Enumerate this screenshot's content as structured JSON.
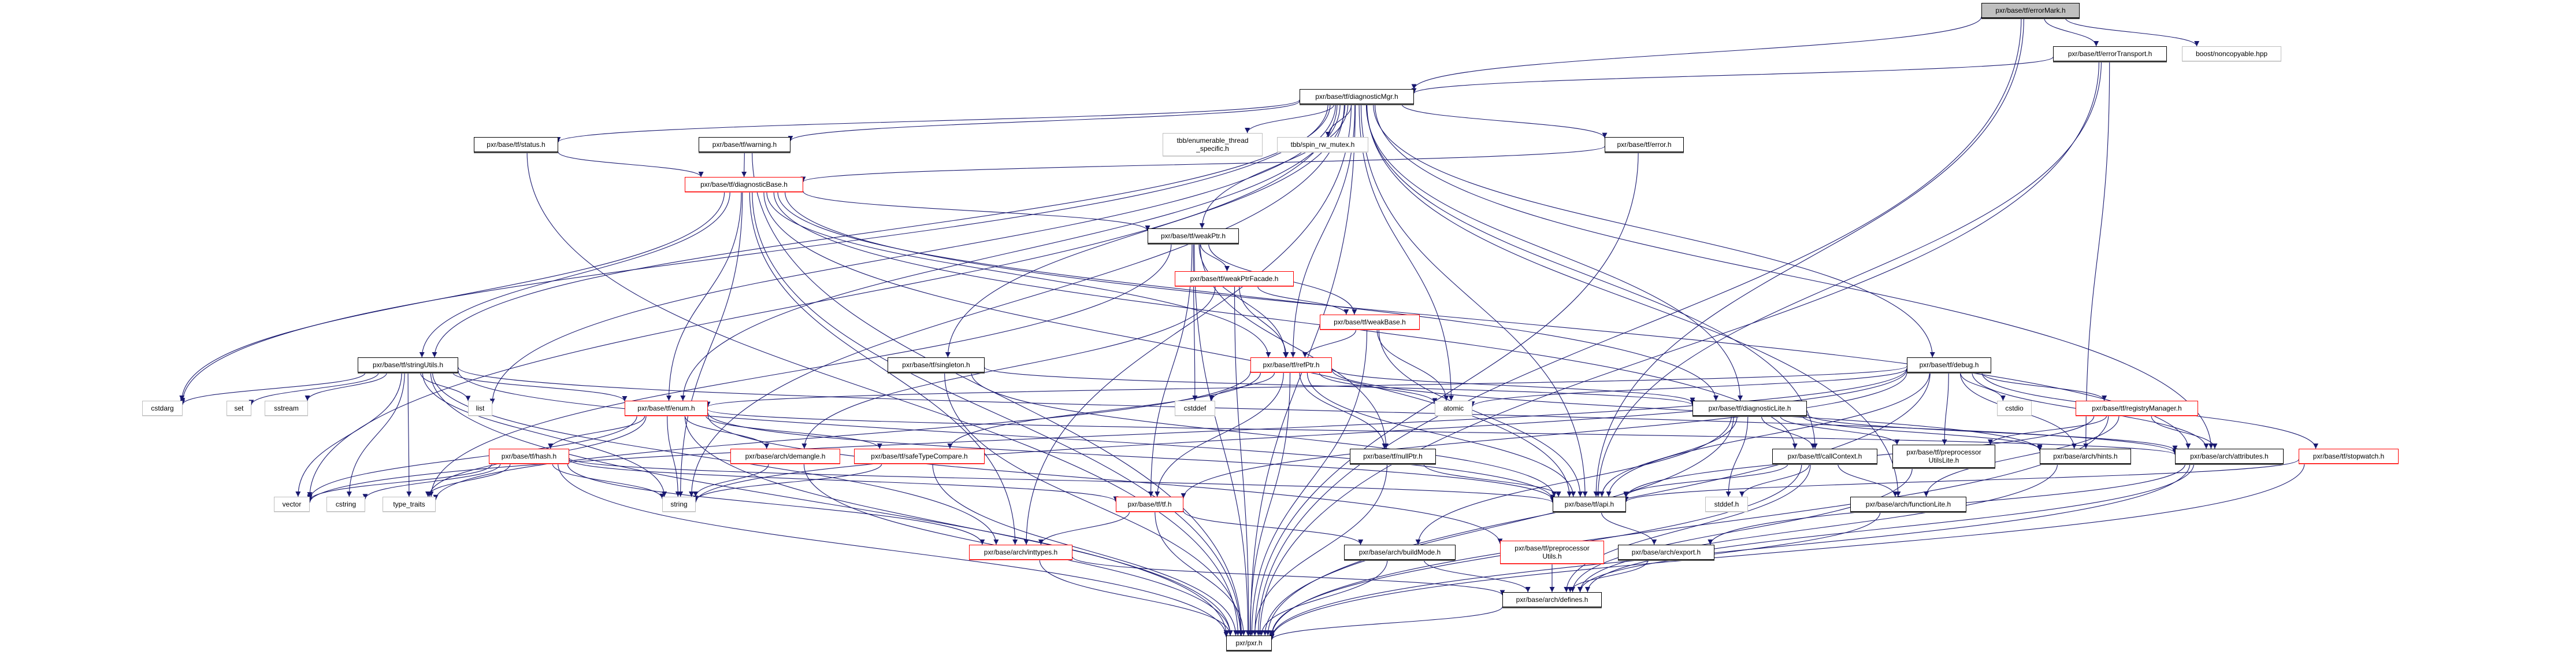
{
  "title": "pxr/base/tf/errorMark.h",
  "colors": {
    "edge": "#191970",
    "red_border": "#ff0000",
    "root_fill": "#bfbfbf",
    "external_border": "#bfbfbf"
  },
  "nodes": {
    "errorMark": {
      "label": "pxr/base/tf/errorMark.h",
      "kind": "root"
    },
    "errorTransport": {
      "label": "pxr/base/tf/errorTransport.h",
      "kind": "doc"
    },
    "noncopyable": {
      "label": "boost/noncopyable.hpp",
      "kind": "ext"
    },
    "diagnosticMgr": {
      "label": "pxr/base/tf/diagnosticMgr.h",
      "kind": "doc"
    },
    "status": {
      "label": "pxr/base/tf/status.h",
      "kind": "doc"
    },
    "warning": {
      "label": "pxr/base/tf/warning.h",
      "kind": "doc"
    },
    "tbbEnum": {
      "label": "tbb/enumerable_thread\n_specific.h",
      "kind": "ext"
    },
    "tbbSpin": {
      "label": "tbb/spin_rw_mutex.h",
      "kind": "ext"
    },
    "error": {
      "label": "pxr/base/tf/error.h",
      "kind": "doc"
    },
    "diagnosticBase": {
      "label": "pxr/base/tf/diagnosticBase.h",
      "kind": "red"
    },
    "weakPtr": {
      "label": "pxr/base/tf/weakPtr.h",
      "kind": "doc"
    },
    "weakPtrFacade": {
      "label": "pxr/base/tf/weakPtrFacade.h",
      "kind": "red"
    },
    "weakBase": {
      "label": "pxr/base/tf/weakBase.h",
      "kind": "red"
    },
    "stringUtils": {
      "label": "pxr/base/tf/stringUtils.h",
      "kind": "doc"
    },
    "singleton": {
      "label": "pxr/base/tf/singleton.h",
      "kind": "doc"
    },
    "refPtr": {
      "label": "pxr/base/tf/refPtr.h",
      "kind": "red"
    },
    "debug": {
      "label": "pxr/base/tf/debug.h",
      "kind": "doc"
    },
    "cstdarg": {
      "label": "cstdarg",
      "kind": "ext"
    },
    "set": {
      "label": "set",
      "kind": "ext"
    },
    "sstream": {
      "label": "sstream",
      "kind": "ext"
    },
    "list": {
      "label": "list",
      "kind": "ext"
    },
    "enum": {
      "label": "pxr/base/tf/enum.h",
      "kind": "red"
    },
    "cstddef": {
      "label": "cstddef",
      "kind": "ext"
    },
    "atomic": {
      "label": "atomic",
      "kind": "ext"
    },
    "diagnosticLite": {
      "label": "pxr/base/tf/diagnosticLite.h",
      "kind": "doc"
    },
    "cstdio": {
      "label": "cstdio",
      "kind": "ext"
    },
    "registryManager": {
      "label": "pxr/base/tf/registryManager.h",
      "kind": "red"
    },
    "hash": {
      "label": "pxr/base/tf/hash.h",
      "kind": "red"
    },
    "demangle": {
      "label": "pxr/base/arch/demangle.h",
      "kind": "red"
    },
    "safeTypeCompare": {
      "label": "pxr/base/tf/safeTypeCompare.h",
      "kind": "red"
    },
    "nullPtr": {
      "label": "pxr/base/tf/nullPtr.h",
      "kind": "doc"
    },
    "callContext": {
      "label": "pxr/base/tf/callContext.h",
      "kind": "doc"
    },
    "ppUtilsLite": {
      "label": "pxr/base/tf/preprocessor\nUtilsLite.h",
      "kind": "doc"
    },
    "hints": {
      "label": "pxr/base/arch/hints.h",
      "kind": "doc"
    },
    "attributes": {
      "label": "pxr/base/arch/attributes.h",
      "kind": "doc"
    },
    "stopwatch": {
      "label": "pxr/base/tf/stopwatch.h",
      "kind": "red"
    },
    "vector": {
      "label": "vector",
      "kind": "ext"
    },
    "cstring": {
      "label": "cstring",
      "kind": "ext"
    },
    "typeTraits": {
      "label": "type_traits",
      "kind": "ext"
    },
    "string": {
      "label": "string",
      "kind": "ext"
    },
    "tf": {
      "label": "pxr/base/tf/tf.h",
      "kind": "red"
    },
    "api": {
      "label": "pxr/base/tf/api.h",
      "kind": "doc"
    },
    "stddef": {
      "label": "stddef.h",
      "kind": "ext"
    },
    "functionLite": {
      "label": "pxr/base/arch/functionLite.h",
      "kind": "doc"
    },
    "inttypes": {
      "label": "pxr/base/arch/inttypes.h",
      "kind": "red"
    },
    "buildMode": {
      "label": "pxr/base/arch/buildMode.h",
      "kind": "doc"
    },
    "ppUtils": {
      "label": "pxr/base/tf/preprocessor\nUtils.h",
      "kind": "red"
    },
    "export": {
      "label": "pxr/base/arch/export.h",
      "kind": "doc"
    },
    "defines": {
      "label": "pxr/base/arch/defines.h",
      "kind": "doc"
    },
    "pxr": {
      "label": "pxr/pxr.h",
      "kind": "doc"
    }
  },
  "edges": [
    [
      "errorMark",
      "pxr"
    ],
    [
      "errorMark",
      "diagnosticMgr"
    ],
    [
      "errorMark",
      "api"
    ],
    [
      "errorMark",
      "errorTransport"
    ],
    [
      "errorMark",
      "noncopyable"
    ],
    [
      "errorTransport",
      "diagnosticMgr"
    ],
    [
      "errorTransport",
      "pxr"
    ],
    [
      "errorTransport",
      "api"
    ],
    [
      "errorTransport",
      "hints"
    ],
    [
      "diagnosticMgr",
      "pxr"
    ],
    [
      "diagnosticMgr",
      "api"
    ],
    [
      "diagnosticMgr",
      "callContext"
    ],
    [
      "diagnosticMgr",
      "debug"
    ],
    [
      "diagnosticMgr",
      "diagnosticLite"
    ],
    [
      "diagnosticMgr",
      "refPtr"
    ],
    [
      "diagnosticMgr",
      "singleton"
    ],
    [
      "diagnosticMgr",
      "status"
    ],
    [
      "diagnosticMgr",
      "warning"
    ],
    [
      "diagnosticMgr",
      "weakPtr"
    ],
    [
      "diagnosticMgr",
      "enum"
    ],
    [
      "diagnosticMgr",
      "error"
    ],
    [
      "diagnosticMgr",
      "inttypes"
    ],
    [
      "diagnosticMgr",
      "attributes"
    ],
    [
      "diagnosticMgr",
      "functionLite"
    ],
    [
      "diagnosticMgr",
      "tbbEnum"
    ],
    [
      "diagnosticMgr",
      "tbbSpin"
    ],
    [
      "diagnosticMgr",
      "atomic"
    ],
    [
      "diagnosticMgr",
      "cstdarg"
    ],
    [
      "diagnosticMgr",
      "list"
    ],
    [
      "diagnosticMgr",
      "string"
    ],
    [
      "diagnosticMgr",
      "vector"
    ],
    [
      "diagnosticMgr",
      "stringUtils"
    ],
    [
      "status",
      "pxr"
    ],
    [
      "status",
      "diagnosticBase"
    ],
    [
      "warning",
      "pxr"
    ],
    [
      "warning",
      "diagnosticBase"
    ],
    [
      "error",
      "pxr"
    ],
    [
      "error",
      "diagnosticBase"
    ],
    [
      "diagnosticBase",
      "pxr"
    ],
    [
      "diagnosticBase",
      "api"
    ],
    [
      "diagnosticBase",
      "callContext"
    ],
    [
      "diagnosticBase",
      "diagnosticLite"
    ],
    [
      "diagnosticBase",
      "enum"
    ],
    [
      "diagnosticBase",
      "refPtr"
    ],
    [
      "diagnosticBase",
      "weakPtr"
    ],
    [
      "diagnosticBase",
      "stringUtils"
    ],
    [
      "diagnosticBase",
      "inttypes"
    ],
    [
      "diagnosticBase",
      "attributes"
    ],
    [
      "diagnosticBase",
      "cstdarg"
    ],
    [
      "diagnosticBase",
      "string"
    ],
    [
      "weakPtr",
      "pxr"
    ],
    [
      "weakPtr",
      "nullPtr"
    ],
    [
      "weakPtr",
      "refPtr"
    ],
    [
      "weakPtr",
      "tf"
    ],
    [
      "weakPtr",
      "weakPtrFacade"
    ],
    [
      "weakPtr",
      "weakBase"
    ],
    [
      "weakPtr",
      "cstddef"
    ],
    [
      "weakPtr",
      "typeTraits"
    ],
    [
      "weakPtrFacade",
      "pxr"
    ],
    [
      "weakPtrFacade",
      "refPtr"
    ],
    [
      "weakPtrFacade",
      "weakBase"
    ],
    [
      "weakPtrFacade",
      "demangle"
    ],
    [
      "weakBase",
      "pxr"
    ],
    [
      "weakBase",
      "api"
    ],
    [
      "weakBase",
      "refPtr"
    ],
    [
      "weakBase",
      "atomic"
    ],
    [
      "refPtr",
      "pxr"
    ],
    [
      "refPtr",
      "api"
    ],
    [
      "refPtr",
      "diagnosticLite"
    ],
    [
      "refPtr",
      "nullPtr"
    ],
    [
      "refPtr",
      "safeTypeCompare"
    ],
    [
      "refPtr",
      "tf"
    ],
    [
      "refPtr",
      "hints"
    ],
    [
      "refPtr",
      "cstddef"
    ],
    [
      "refPtr",
      "atomic"
    ],
    [
      "refPtr",
      "typeTraits"
    ],
    [
      "singleton",
      "pxr"
    ],
    [
      "singleton",
      "api"
    ],
    [
      "singleton",
      "diagnosticLite"
    ],
    [
      "stringUtils",
      "pxr"
    ],
    [
      "stringUtils",
      "api"
    ],
    [
      "stringUtils",
      "enum"
    ],
    [
      "stringUtils",
      "attributes"
    ],
    [
      "stringUtils",
      "inttypes"
    ],
    [
      "stringUtils",
      "cstdarg"
    ],
    [
      "stringUtils",
      "cstring"
    ],
    [
      "stringUtils",
      "list"
    ],
    [
      "stringUtils",
      "set"
    ],
    [
      "stringUtils",
      "sstream"
    ],
    [
      "stringUtils",
      "string"
    ],
    [
      "stringUtils",
      "typeTraits"
    ],
    [
      "stringUtils",
      "vector"
    ],
    [
      "debug",
      "pxr"
    ],
    [
      "debug",
      "api"
    ],
    [
      "debug",
      "enum"
    ],
    [
      "debug",
      "ppUtilsLite"
    ],
    [
      "debug",
      "registryManager"
    ],
    [
      "debug",
      "stopwatch"
    ],
    [
      "debug",
      "attributes"
    ],
    [
      "debug",
      "hints"
    ],
    [
      "debug",
      "atomic"
    ],
    [
      "debug",
      "cstdio"
    ],
    [
      "debug",
      "string"
    ],
    [
      "debug",
      "vector"
    ],
    [
      "debug",
      "tf"
    ],
    [
      "enum",
      "pxr"
    ],
    [
      "enum",
      "api"
    ],
    [
      "enum",
      "ppUtils"
    ],
    [
      "enum",
      "safeTypeCompare"
    ],
    [
      "enum",
      "hash"
    ],
    [
      "enum",
      "demangle"
    ],
    [
      "enum",
      "string"
    ],
    [
      "enum",
      "vector"
    ],
    [
      "enum",
      "typeTraits"
    ],
    [
      "enum",
      "attributes"
    ],
    [
      "diagnosticLite",
      "pxr"
    ],
    [
      "diagnosticLite",
      "api"
    ],
    [
      "diagnosticLite",
      "callContext"
    ],
    [
      "diagnosticLite",
      "ppUtilsLite"
    ],
    [
      "diagnosticLite",
      "attributes"
    ],
    [
      "diagnosticLite",
      "buildMode"
    ],
    [
      "diagnosticLite",
      "hints"
    ],
    [
      "diagnosticLite",
      "stddef"
    ],
    [
      "callContext",
      "pxr"
    ],
    [
      "callContext",
      "api"
    ],
    [
      "callContext",
      "functionLite"
    ],
    [
      "callContext",
      "stddef"
    ],
    [
      "callContext",
      "defines"
    ],
    [
      "registryManager",
      "pxr"
    ],
    [
      "registryManager",
      "api"
    ],
    [
      "registryManager",
      "ppUtilsLite"
    ],
    [
      "registryManager",
      "attributes"
    ],
    [
      "registryManager",
      "functionLite"
    ],
    [
      "stopwatch",
      "pxr"
    ],
    [
      "stopwatch",
      "api"
    ],
    [
      "hash",
      "pxr"
    ],
    [
      "hash",
      "api"
    ],
    [
      "hash",
      "tf"
    ],
    [
      "hash",
      "inttypes"
    ],
    [
      "hash",
      "cstring"
    ],
    [
      "hash",
      "string"
    ],
    [
      "hash",
      "typeTraits"
    ],
    [
      "hash",
      "vector"
    ],
    [
      "demangle",
      "pxr"
    ],
    [
      "demangle",
      "string"
    ],
    [
      "safeTypeCompare",
      "pxr"
    ],
    [
      "safeTypeCompare",
      "string"
    ],
    [
      "nullPtr",
      "pxr"
    ],
    [
      "nullPtr",
      "api"
    ],
    [
      "tf",
      "pxr"
    ],
    [
      "tf",
      "buildMode"
    ],
    [
      "tf",
      "inttypes"
    ],
    [
      "inttypes",
      "pxr"
    ],
    [
      "inttypes",
      "defines"
    ],
    [
      "ppUtils",
      "defines"
    ],
    [
      "ppUtilsLite",
      "defines"
    ],
    [
      "hints",
      "defines"
    ],
    [
      "attributes",
      "pxr"
    ],
    [
      "attributes",
      "defines"
    ],
    [
      "attributes",
      "export"
    ],
    [
      "functionLite",
      "defines"
    ],
    [
      "api",
      "export"
    ],
    [
      "export",
      "defines"
    ],
    [
      "buildMode",
      "pxr"
    ],
    [
      "buildMode",
      "defines"
    ],
    [
      "defines",
      "pxr"
    ]
  ]
}
